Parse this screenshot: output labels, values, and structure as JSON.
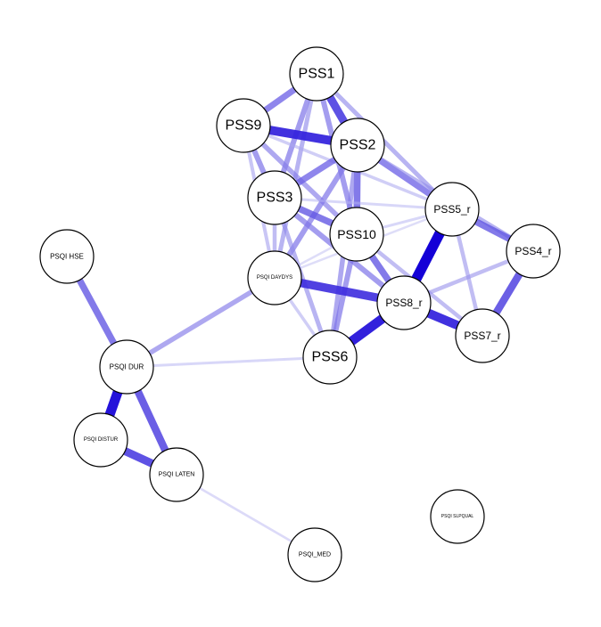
{
  "nodes": [
    {
      "id": "PSS1",
      "label": "PSS1"
    },
    {
      "id": "PSS9",
      "label": "PSS9"
    },
    {
      "id": "PSS2",
      "label": "PSS2"
    },
    {
      "id": "PSS3",
      "label": "PSS3"
    },
    {
      "id": "PSS5_r",
      "label": "PSS5_r"
    },
    {
      "id": "PSS10",
      "label": "PSS10"
    },
    {
      "id": "PSS4_r",
      "label": "PSS4_r"
    },
    {
      "id": "PSQI_HSE",
      "label": "PSQI HSE"
    },
    {
      "id": "PSQI_DAYDYS",
      "label": "PSQI DAYDYS"
    },
    {
      "id": "PSS8_r",
      "label": "PSS8_r"
    },
    {
      "id": "PSS7_r",
      "label": "PSS7_r"
    },
    {
      "id": "PSS6",
      "label": "PSS6"
    },
    {
      "id": "PSQI_DUR",
      "label": "PSQI DUR"
    },
    {
      "id": "PSQI_DISTUR",
      "label": "PSQI DISTUR"
    },
    {
      "id": "PSQI_LATEN",
      "label": "PSQI LATEN"
    },
    {
      "id": "PSQI_SLPQUAL",
      "label": "PSQI SLPQUAL"
    },
    {
      "id": "PSQI_MED",
      "label": "PSQI_MED"
    }
  ],
  "edges": [
    {
      "source": "PSS1",
      "target": "PSS9",
      "weight": 0.55
    },
    {
      "source": "PSS1",
      "target": "PSS2",
      "weight": 0.75
    },
    {
      "source": "PSS1",
      "target": "PSS3",
      "weight": 0.45
    },
    {
      "source": "PSS1",
      "target": "PSS10",
      "weight": 0.45
    },
    {
      "source": "PSS1",
      "target": "PSS5_r",
      "weight": 0.35
    },
    {
      "source": "PSS1",
      "target": "PSQI_DAYDYS",
      "weight": 0.35
    },
    {
      "source": "PSS9",
      "target": "PSS2",
      "weight": 0.85
    },
    {
      "source": "PSS9",
      "target": "PSS3",
      "weight": 0.45
    },
    {
      "source": "PSS9",
      "target": "PSS10",
      "weight": 0.4
    },
    {
      "source": "PSS9",
      "target": "PSS5_r",
      "weight": 0.2
    },
    {
      "source": "PSS9",
      "target": "PSQI_DAYDYS",
      "weight": 0.25
    },
    {
      "source": "PSS2",
      "target": "PSS3",
      "weight": 0.55
    },
    {
      "source": "PSS2",
      "target": "PSS10",
      "weight": 0.6
    },
    {
      "source": "PSS2",
      "target": "PSS5_r",
      "weight": 0.55
    },
    {
      "source": "PSS2",
      "target": "PSQI_DAYDYS",
      "weight": 0.45
    },
    {
      "source": "PSS2",
      "target": "PSS6",
      "weight": 0.4
    },
    {
      "source": "PSS2",
      "target": "PSS4_r",
      "weight": 0.35
    },
    {
      "source": "PSS3",
      "target": "PSS10",
      "weight": 0.6
    },
    {
      "source": "PSS3",
      "target": "PSS6",
      "weight": 0.35
    },
    {
      "source": "PSS3",
      "target": "PSS8_r",
      "weight": 0.45
    },
    {
      "source": "PSS3",
      "target": "PSQI_DAYDYS",
      "weight": 0.3
    },
    {
      "source": "PSS3",
      "target": "PSS5_r",
      "weight": 0.15
    },
    {
      "source": "PSS10",
      "target": "PSS8_r",
      "weight": 0.6
    },
    {
      "source": "PSS10",
      "target": "PSS6",
      "weight": 0.45
    },
    {
      "source": "PSS10",
      "target": "PSS5_r",
      "weight": 0.15
    },
    {
      "source": "PSS10",
      "target": "PSQI_DAYDYS",
      "weight": 0.1
    },
    {
      "source": "PSS5_r",
      "target": "PSS8_r",
      "weight": 1.0
    },
    {
      "source": "PSS5_r",
      "target": "PSS4_r",
      "weight": 0.6
    },
    {
      "source": "PSS5_r",
      "target": "PSS7_r",
      "weight": 0.3
    },
    {
      "source": "PSS5_r",
      "target": "PSQI_DAYDYS",
      "weight": 0.1
    },
    {
      "source": "PSS4_r",
      "target": "PSS7_r",
      "weight": 0.7
    },
    {
      "source": "PSS4_r",
      "target": "PSS8_r",
      "weight": 0.3
    },
    {
      "source": "PSQI_DAYDYS",
      "target": "PSS8_r",
      "weight": 0.8
    },
    {
      "source": "PSQI_DAYDYS",
      "target": "PSS6",
      "weight": 0.2
    },
    {
      "source": "PSQI_DAYDYS",
      "target": "PSQI_DUR",
      "weight": 0.4
    },
    {
      "source": "PSS8_r",
      "target": "PSS7_r",
      "weight": 0.85
    },
    {
      "source": "PSS8_r",
      "target": "PSS6",
      "weight": 0.9
    },
    {
      "source": "PSS10",
      "target": "PSS7_r",
      "weight": 0.3
    },
    {
      "source": "PSQI_HSE",
      "target": "PSQI_DUR",
      "weight": 0.6
    },
    {
      "source": "PSQI_DUR",
      "target": "PSQI_DISTUR",
      "weight": 0.95
    },
    {
      "source": "PSQI_DUR",
      "target": "PSQI_LATEN",
      "weight": 0.7
    },
    {
      "source": "PSQI_DUR",
      "target": "PSS6",
      "weight": 0.15
    },
    {
      "source": "PSQI_DISTUR",
      "target": "PSQI_LATEN",
      "weight": 0.75
    },
    {
      "source": "PSQI_LATEN",
      "target": "PSQI_MED",
      "weight": 0.12
    }
  ]
}
